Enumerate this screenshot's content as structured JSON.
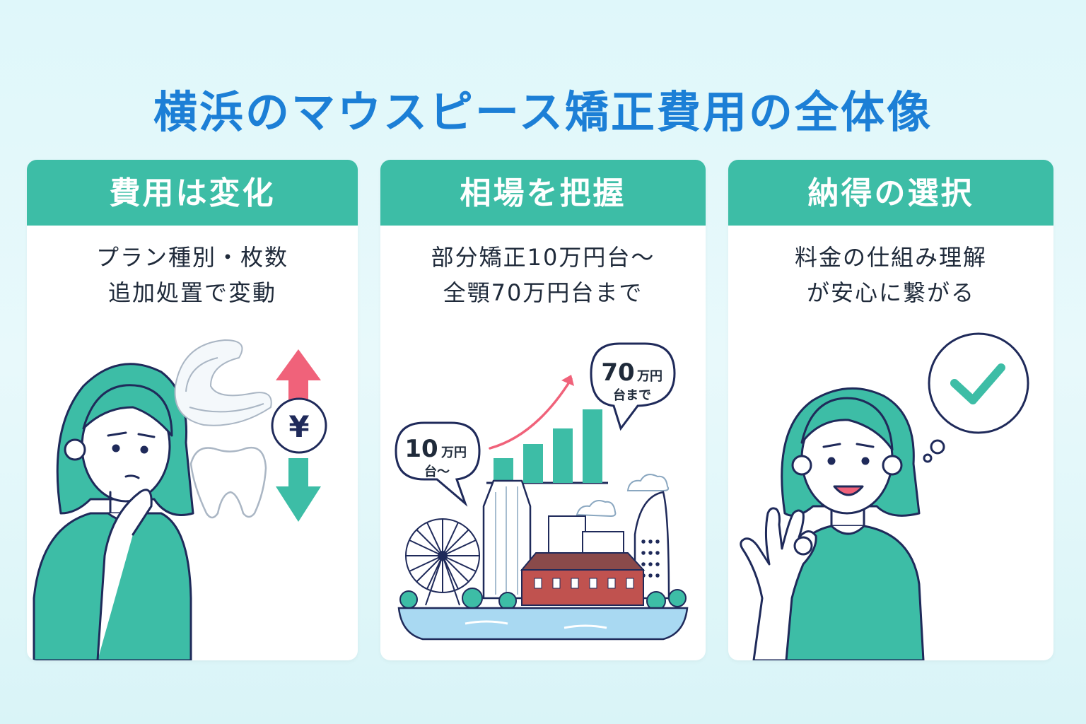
{
  "title": "横浜のマウスピース矯正費用の全体像",
  "cards": [
    {
      "header": "費用は変化",
      "desc": [
        "プラン種別・枚数",
        "追加処置で変動"
      ],
      "currency_symbol": "¥"
    },
    {
      "header": "相場を把握",
      "desc": [
        "部分矯正10万円台〜",
        "全顎70万円台まで"
      ],
      "bubble_low": {
        "num": "10",
        "unit": "万円",
        "suffix": "台〜"
      },
      "bubble_high": {
        "num": "70",
        "unit": "万円",
        "suffix": "台まで"
      }
    },
    {
      "header": "納得の選択",
      "desc": [
        "料金の仕組み理解",
        "が安心に繋がる"
      ]
    }
  ],
  "colors": {
    "title": "#1c7fd6",
    "header": "#3dbda6",
    "teal": "#3dbda6",
    "up_arrow": "#f0627a",
    "down_arrow": "#3dbda6",
    "outline": "#1f2a5a"
  }
}
